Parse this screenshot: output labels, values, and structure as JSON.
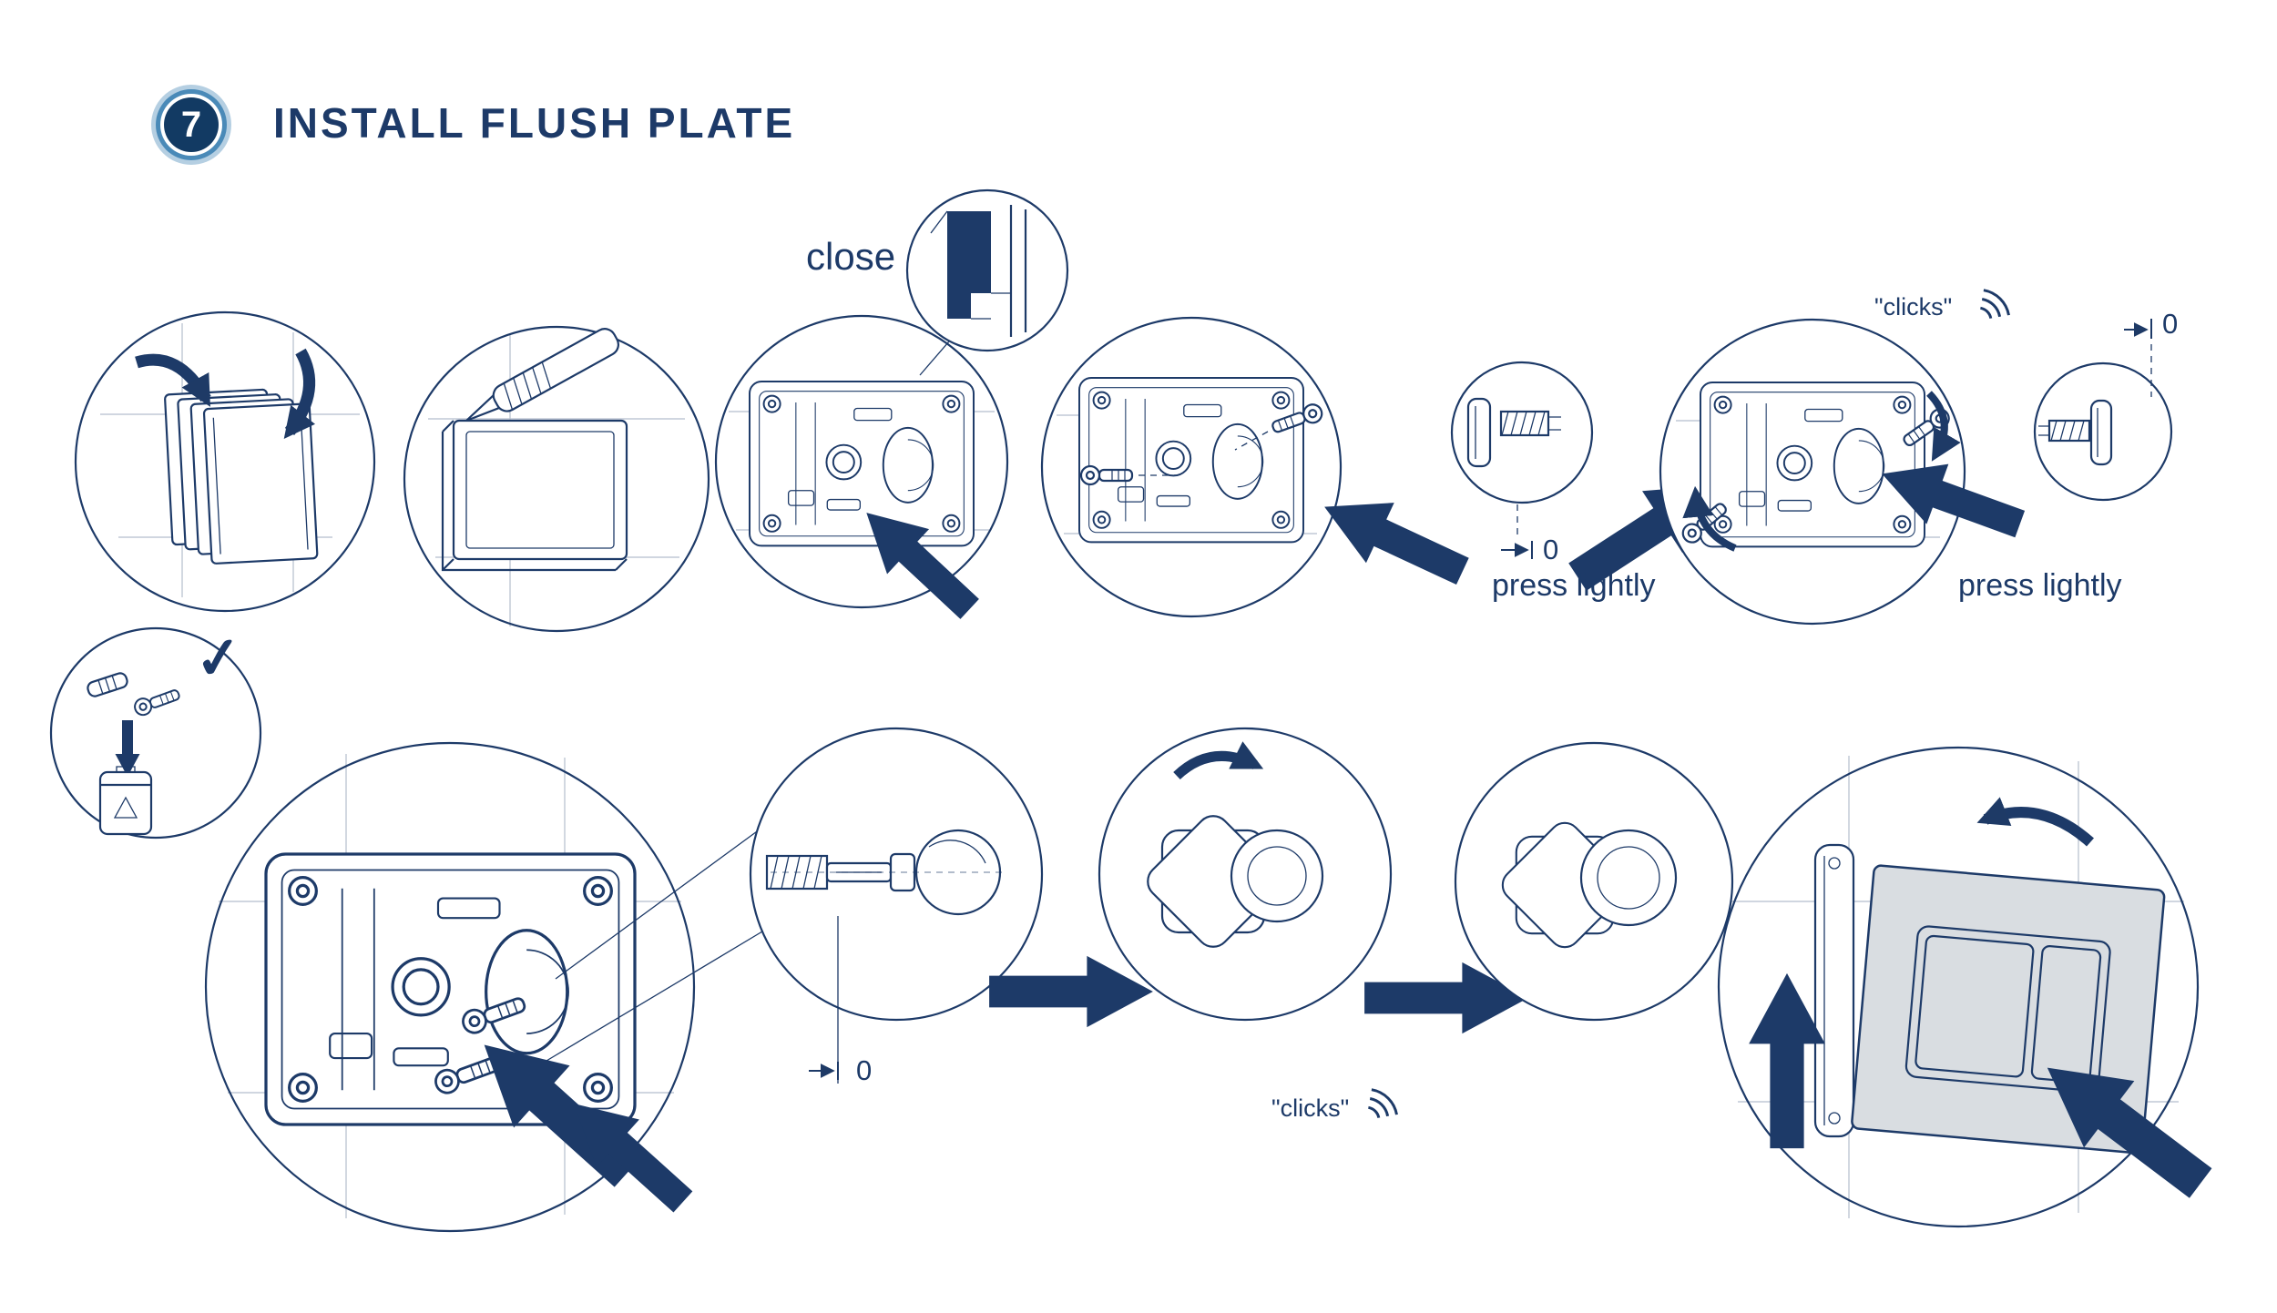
{
  "header": {
    "step_number": "7",
    "title": "INSTALL FLUSH PLATE"
  },
  "annotations": {
    "close_label": "close",
    "press_lightly_left": "press lightly",
    "press_lightly_right": "press lightly",
    "clicks_top": "\"clicks\"",
    "clicks_bottom": "\"clicks\"",
    "zero_gap_left": "0",
    "zero_gap_right": "0",
    "zero_gap_bottom": "0"
  },
  "icons": {
    "checkmark": "✓"
  },
  "colors": {
    "line": "#1d3a68",
    "arrow": "#1e3a66",
    "plate_fill": "#d9dde1",
    "badge_center": "#123a63",
    "badge_ring_mid": "#4a8ab8",
    "badge_ring_outer": "#b5cfe2"
  }
}
